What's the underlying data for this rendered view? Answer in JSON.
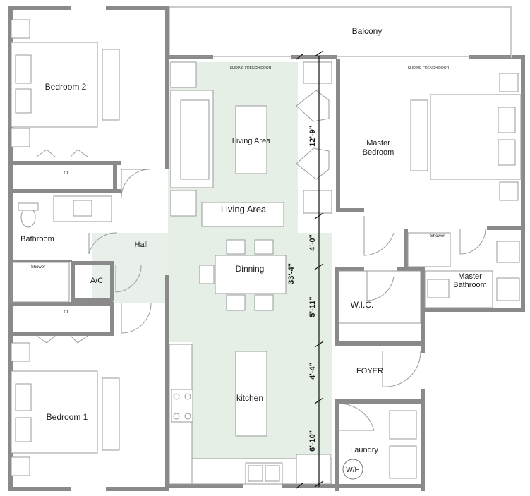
{
  "rooms": {
    "balcony": "Balcony",
    "bedroom2": "Bedroom 2",
    "living_area": "Living Area",
    "living_area_banner": "Living Area",
    "master_bedroom_line1": "Master",
    "master_bedroom_line2": "Bedroom",
    "bathroom": "Bathroom",
    "hall": "Hall",
    "ac": "A/C",
    "dinning": "Dinning",
    "master_bathroom_line1": "Master",
    "master_bathroom_line2": "Bathroom",
    "wic": "W.I.C.",
    "foyer": "FOYER",
    "kitchen": "kitchen",
    "bedroom1": "Bedroom 1",
    "laundry": "Laundry",
    "wh": "W/H"
  },
  "fixtures": {
    "sliding_door_left": "SLIDING FRENCH DOOR",
    "sliding_door_right": "SLIDING FRENCH DOOR",
    "closet_top": "CL.",
    "closet_bottom": "CL.",
    "shower_left": "Shower",
    "shower_right": "Shower"
  },
  "dimensions": {
    "d1": "12'-9\"",
    "d2": "4'-0\"",
    "d3": "33'-4\"",
    "d4": "5'-11\"",
    "d5": "4'-4\"",
    "d6": "6'-10\""
  },
  "colors": {
    "wall": "#8a8a8a",
    "highlight": "#e6efe6",
    "furniture": "#9a9a9a"
  }
}
